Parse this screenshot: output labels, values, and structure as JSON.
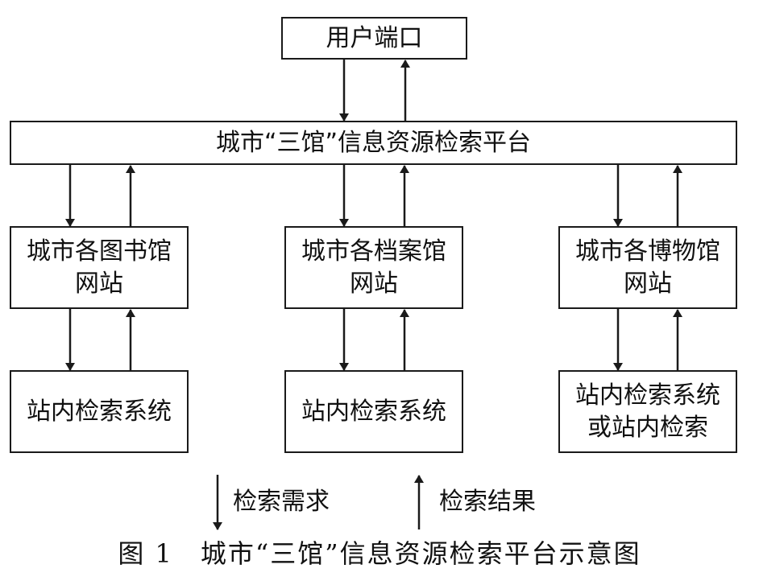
{
  "user_port": {
    "label": "用户端口"
  },
  "platform": {
    "label": "城市“三馆”信息资源检索平台"
  },
  "library": {
    "site_label": "城市各图书馆\n网站",
    "search_label": "站内检索系统"
  },
  "archive": {
    "site_label": "城市各档案馆\n网站",
    "search_label": "站内检索系统"
  },
  "museum": {
    "site_label": "城市各博物馆\n网站",
    "search_label": "站内检索系统\n或站内检索"
  },
  "legend": {
    "request_label": "检索需求",
    "result_label": "检索结果"
  },
  "caption": "图 1　城市“三馆”信息资源检索平台示意图",
  "colors": {
    "line": "#1a1a1a",
    "background": "#ffffff"
  }
}
